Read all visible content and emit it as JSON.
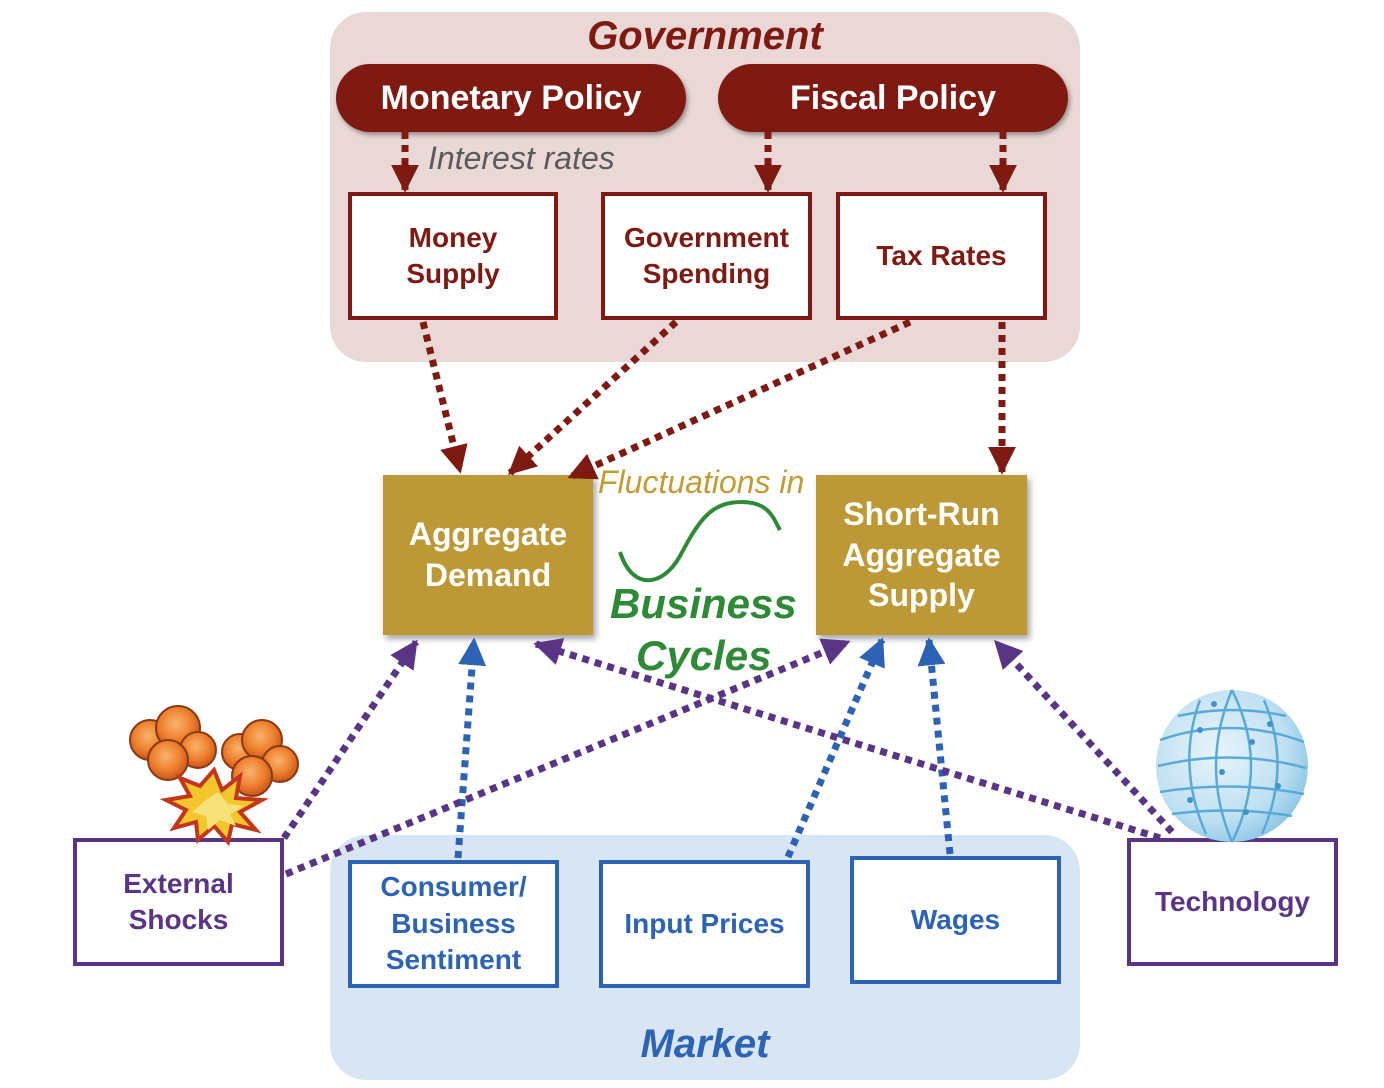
{
  "government": {
    "title": "Government",
    "monetary_policy": "Monetary Policy",
    "fiscal_policy": "Fiscal Policy",
    "interest_rates": "Interest rates",
    "money_supply": "Money\nSupply",
    "government_spending": "Government\nSpending",
    "tax_rates": "Tax Rates"
  },
  "center": {
    "aggregate_demand": "Aggregate\nDemand",
    "short_run_supply": "Short-Run\nAggregate\nSupply",
    "fluctuations": "Fluctuations in",
    "business": "Business",
    "cycles": "Cycles"
  },
  "market": {
    "title": "Market",
    "sentiment": "Consumer/\nBusiness\nSentiment",
    "input_prices": "Input Prices",
    "wages": "Wages"
  },
  "external": {
    "shocks": "External\nShocks",
    "technology": "Technology"
  },
  "colors": {
    "government": "#7e1a12",
    "market": "#2d63b4",
    "external": "#5b3585",
    "aggregate": "#bd9836",
    "business_cycle": "#2f8a38"
  },
  "icons": [
    "explosion-icon",
    "globe-icon",
    "wave-icon"
  ]
}
